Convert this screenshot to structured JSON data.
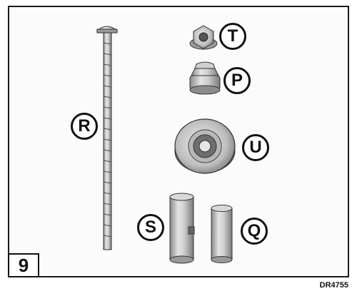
{
  "figure": {
    "number": "9",
    "reference": "DR4755"
  },
  "callouts": {
    "t": "T",
    "p": "P",
    "r": "R",
    "u": "U",
    "s": "S",
    "q": "Q"
  }
}
